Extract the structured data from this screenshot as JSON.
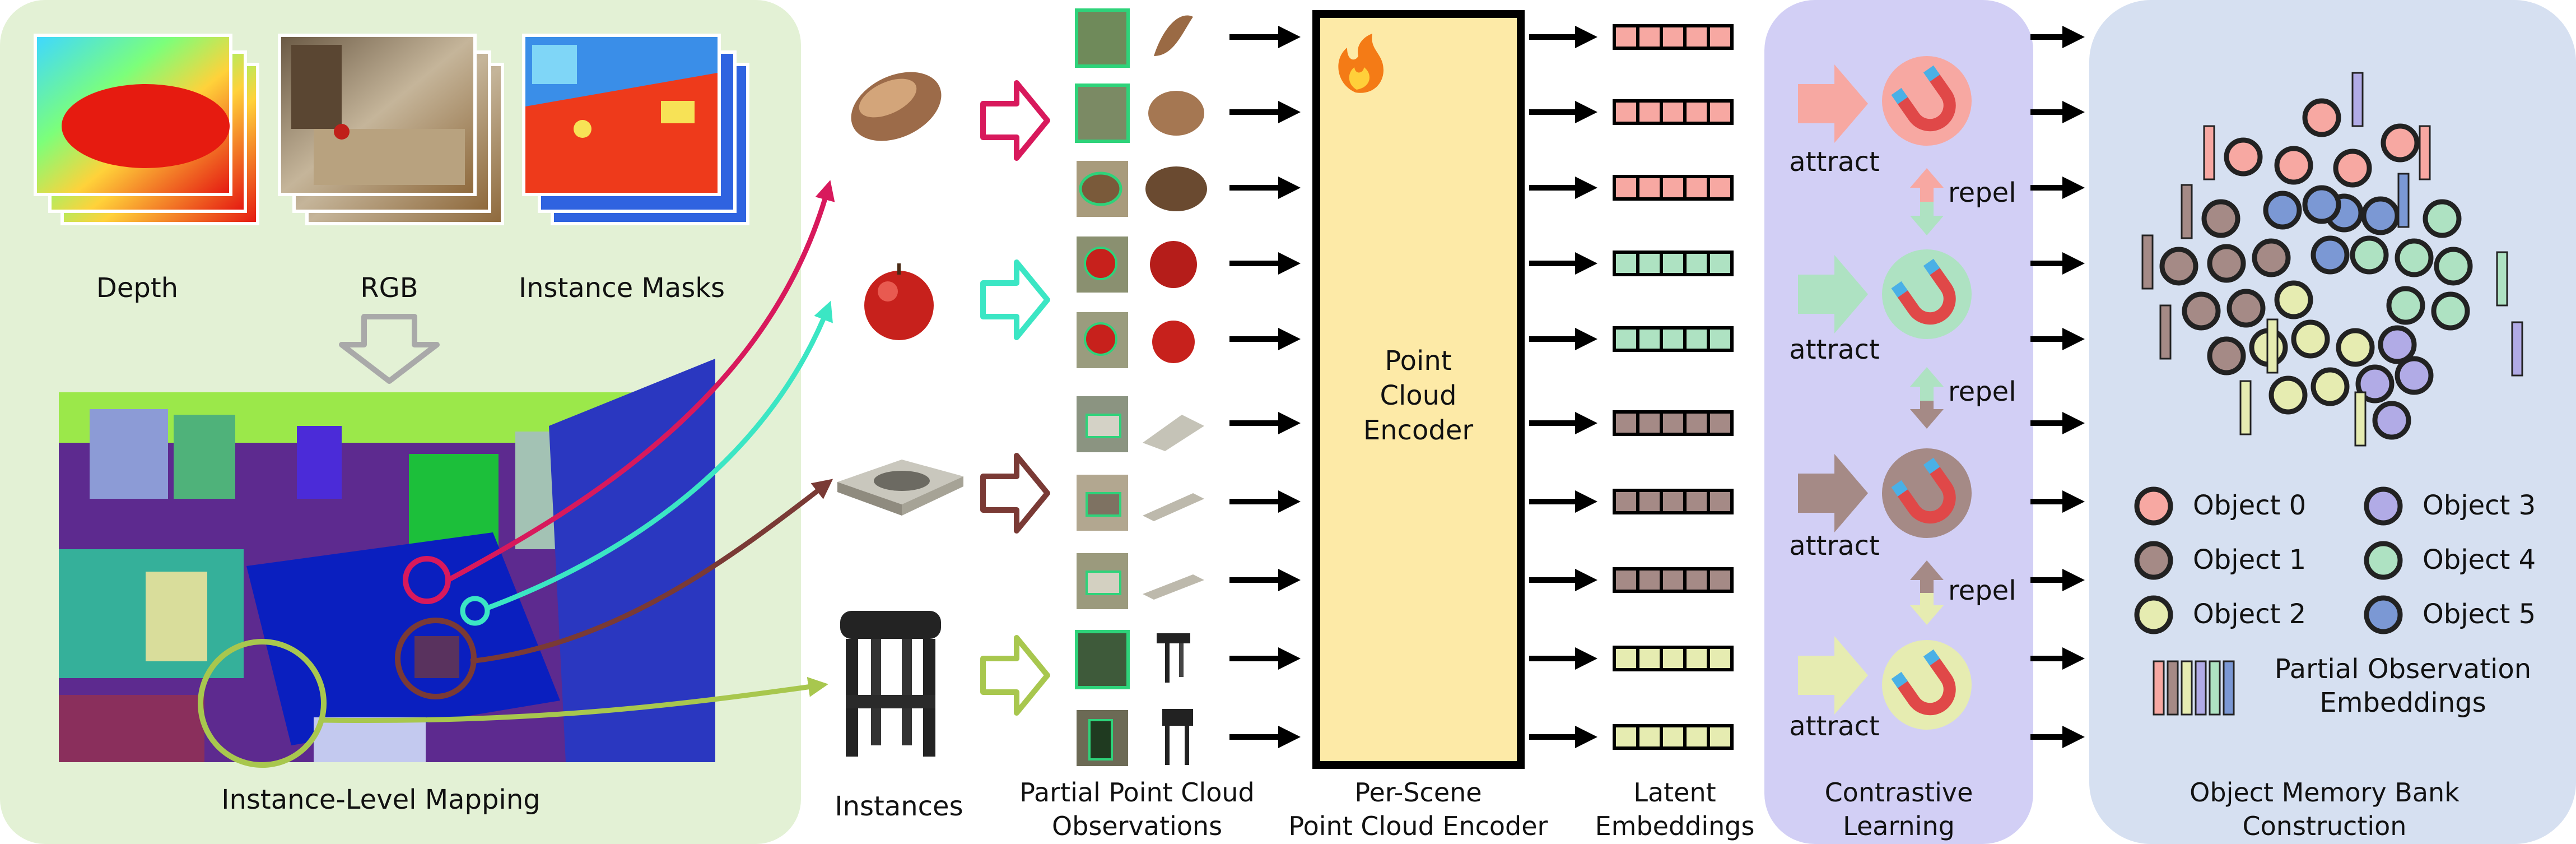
{
  "panels": {
    "mapping": {
      "depth_label": "Depth",
      "rgb_label": "RGB",
      "masks_label": "Instance Masks",
      "title": "Instance-Level Mapping"
    },
    "instances": {
      "title": "Instances"
    },
    "observations": {
      "title_line1": "Partial Point Cloud",
      "title_line2": "Observations"
    },
    "encoder": {
      "box_line1": "Point",
      "box_line2": "Cloud",
      "box_line3": "Encoder",
      "title_line1": "Per-Scene",
      "title_line2": "Point Cloud Encoder",
      "fire_icon": "fire-icon"
    },
    "embeddings": {
      "title_line1": "Latent",
      "title_line2": "Embeddings"
    },
    "contrastive": {
      "title_line1": "Contrastive",
      "title_line2": "Learning",
      "attract_label": "attract",
      "repel_label": "repel"
    },
    "memory_bank": {
      "title_line1": "Object Memory Bank",
      "title_line2": "Construction",
      "embeddings_legend_line1": "Partial Observation",
      "embeddings_legend_line2": "Embeddings",
      "legend": [
        {
          "label": "Object 0",
          "color": "#f7a8a2"
        },
        {
          "label": "Object 1",
          "color": "#a58a86"
        },
        {
          "label": "Object 2",
          "color": "#e6ecb1"
        },
        {
          "label": "Object 3",
          "color": "#b1abe6"
        },
        {
          "label": "Object 4",
          "color": "#aee2c2"
        },
        {
          "label": "Object 5",
          "color": "#7b98d4"
        }
      ]
    }
  },
  "colors": {
    "mapping_bg": "#e3f1d5",
    "contrastive_bg": "#d2cff5",
    "memory_bg": "#d6e0f1",
    "encoder_fill": "#fdeaa7",
    "instance_red": "#d8195c",
    "instance_teal": "#3be6c4",
    "instance_brown": "#7a3a35",
    "instance_green": "#a8c74e"
  }
}
